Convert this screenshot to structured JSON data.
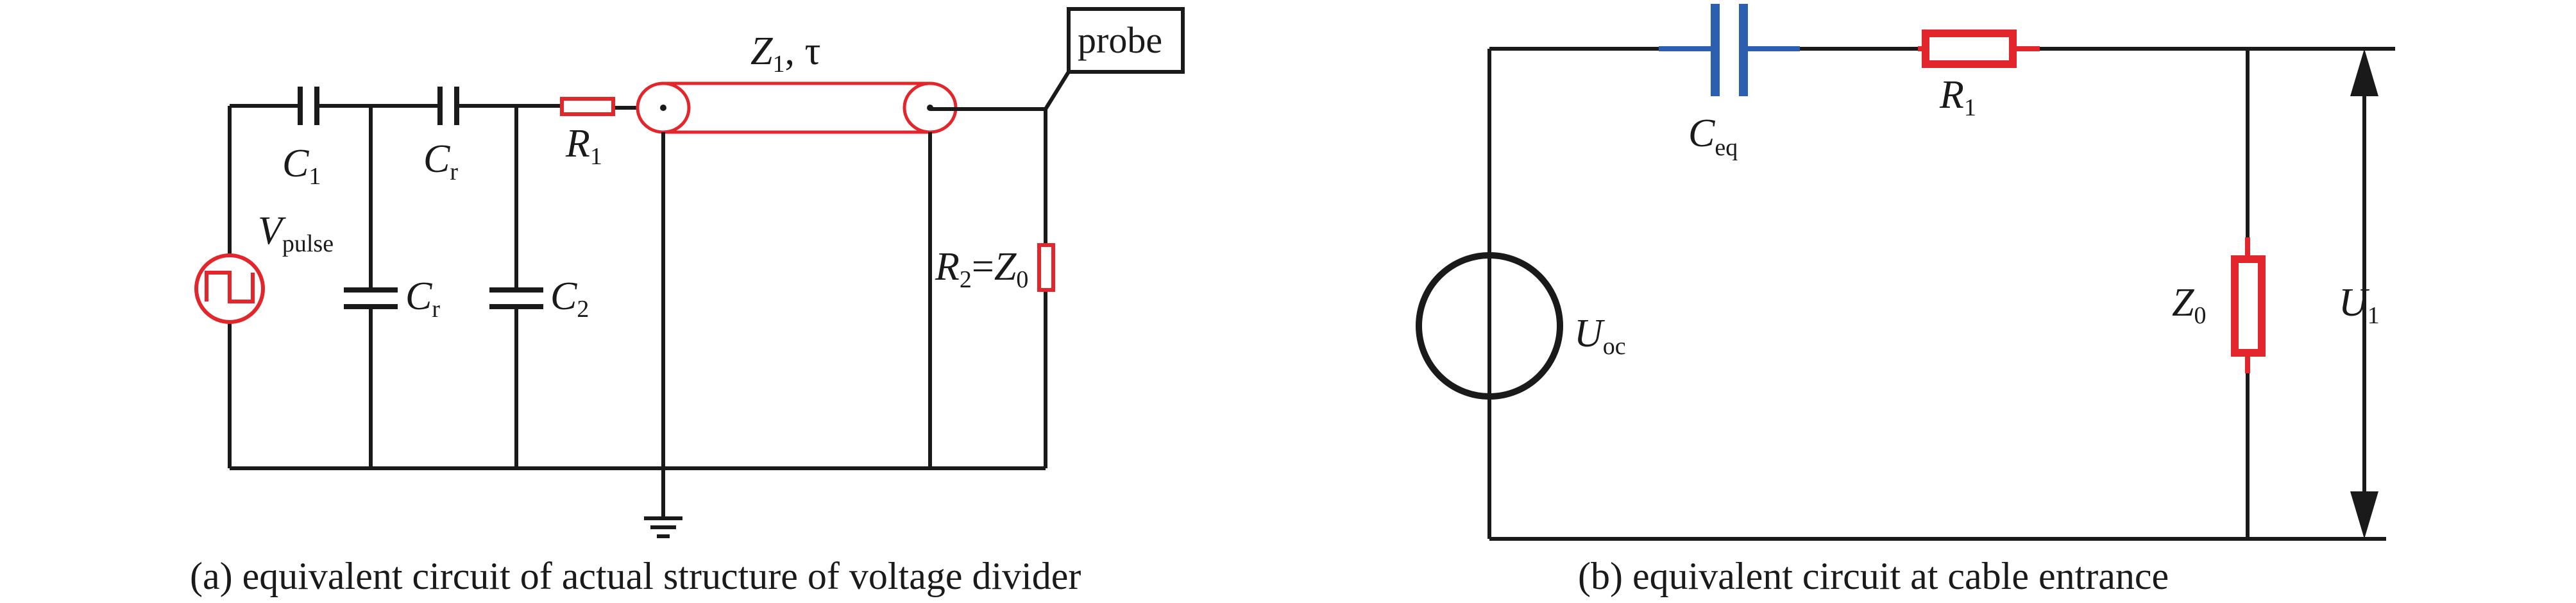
{
  "figure_a": {
    "caption": "(a) equivalent circuit of actual structure of voltage divider",
    "labels": {
      "c1_main": "C",
      "c1_sub": "1",
      "cr_top_main": "C",
      "cr_top_sub": "r",
      "r1_main": "R",
      "r1_sub": "1",
      "vpulse_main": "V",
      "vpulse_sub": "pulse",
      "cr_shunt_main": "C",
      "cr_shunt_sub": "r",
      "c2_main": "C",
      "c2_sub": "2",
      "z1_main": "Z",
      "z1_sub": "1",
      "z1_tau": ", τ",
      "probe": "probe",
      "r2_main": "R",
      "r2_sub": "2",
      "r2_eq": "=",
      "r2_z_main": "Z",
      "r2_z_sub": "0"
    }
  },
  "figure_b": {
    "caption": "(b) equivalent circuit at cable entrance",
    "labels": {
      "ceq_main": "C",
      "ceq_sub": "eq",
      "r1_main": "R",
      "r1_sub": "1",
      "uoc_main": "U",
      "uoc_sub": "oc",
      "z0_main": "Z",
      "z0_sub": "0",
      "u1_main": "U",
      "u1_sub": "1"
    }
  },
  "colors": {
    "wire": "#1a1a1a",
    "resistor": "#e3262b",
    "capacitor_b": "#2c5fb0",
    "source_a": "#e3262b",
    "cable": "#e3262b"
  }
}
